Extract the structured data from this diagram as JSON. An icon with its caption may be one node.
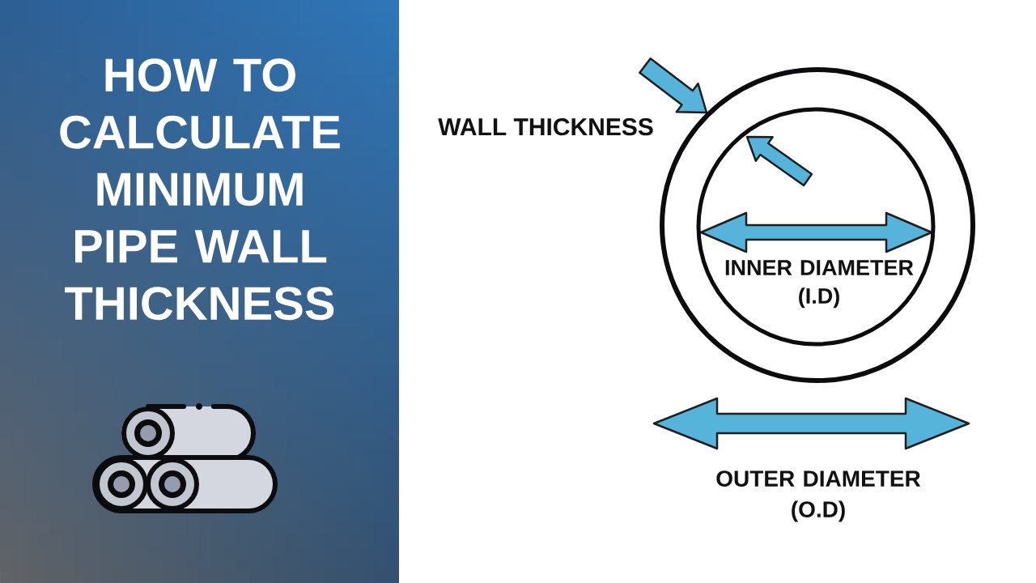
{
  "diagram": {
    "title": "HOW TO CALCULATE MINIMUM PIPE WALL THICKNESS",
    "nodes": [
      {
        "text": [],
        "shape": "circle"
      },
      {
        "text": [
          "INNER DIAMETER (I.D)"
        ],
        "in": 0
      }
    ],
    "labels": [
      "WALL THICKNESS",
      "OUTER DIAMETER (O.D)"
    ]
  }
}
